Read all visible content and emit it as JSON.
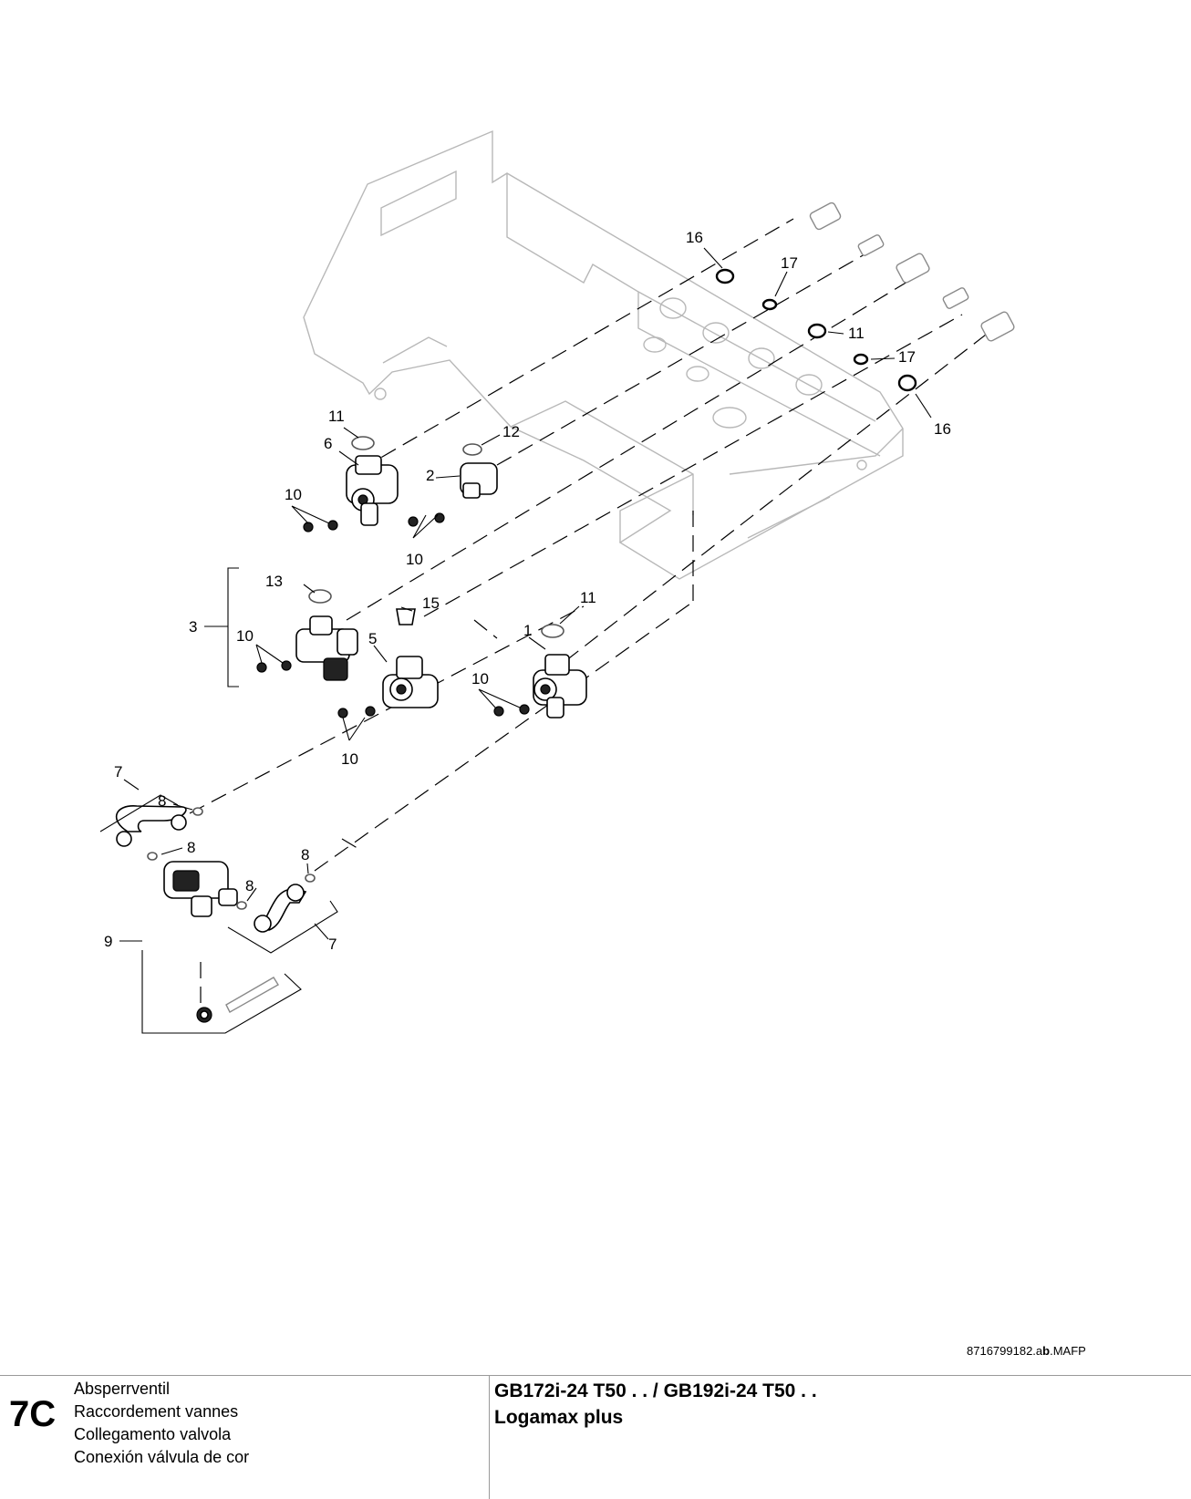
{
  "drawing": {
    "callouts": {
      "c16a": "16",
      "c17a": "17",
      "c11a": "11",
      "c17b": "17",
      "c16b": "16",
      "c11b": "11",
      "c6": "6",
      "c12": "12",
      "c2": "2",
      "c10a": "10",
      "c10b": "10",
      "c13": "13",
      "c15": "15",
      "c11c": "11",
      "c3": "3",
      "c10c": "10",
      "c5": "5",
      "c1": "1",
      "c10d": "10",
      "c10e": "10",
      "c7a": "7",
      "c8a": "8",
      "c8b": "8",
      "c8c": "8",
      "c8d": "8",
      "c9": "9",
      "c7b": "7"
    }
  },
  "drawing_code": {
    "prefix": "8716799182.a",
    "bold": "b",
    "suffix": ".MAFP"
  },
  "footer": {
    "section_number": "7C",
    "titles": [
      "Absperrventil",
      "Raccordement vannes",
      "Collegamento valvola",
      "Conexión válvula de cor"
    ],
    "product_line1": "GB172i-24 T50 . . / GB192i-24 T50 . .",
    "product_line2": "Logamax plus"
  }
}
